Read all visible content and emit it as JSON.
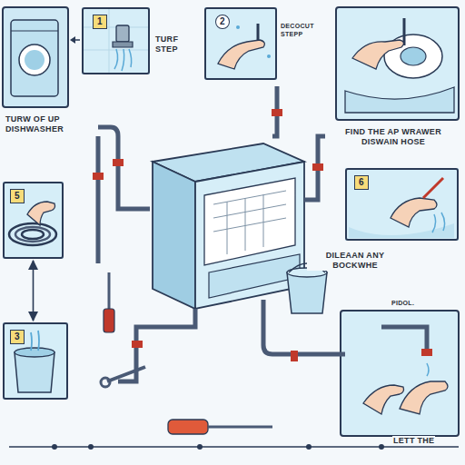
{
  "diagram": {
    "nodes": [
      {
        "text": [
          "1"
        ]
      },
      {
        "text": [
          "2"
        ]
      },
      {
        "text": [
          "5"
        ]
      },
      {
        "text": [
          "6"
        ]
      },
      {
        "text": [
          "3"
        ]
      }
    ],
    "edges": [
      {
        "from": 2,
        "to": 4,
        "arrow": "both"
      }
    ],
    "labels": [
      "TURW OF UP DISHWASHER",
      "TURF STEP",
      "DECOCUT STEPP",
      "FIND THE AP WRAWER DISWAIN HOSE",
      "DILEAAN ANY BOCKWHE",
      "PIDOL.",
      "LETT THE"
    ]
  }
}
